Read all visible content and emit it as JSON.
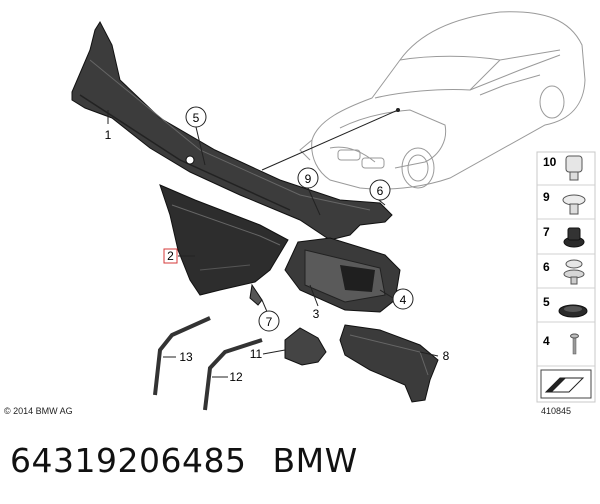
{
  "callouts": {
    "c1": "1",
    "c2": "2",
    "c3": "3",
    "c4": "4",
    "c5": "5",
    "c6": "6",
    "c7": "7",
    "c8": "8",
    "c9": "9",
    "c11": "11",
    "c12": "12",
    "c13": "13"
  },
  "legend": {
    "items": [
      "10",
      "9",
      "7",
      "6",
      "5",
      "4"
    ]
  },
  "copyright": "© 2014 BMW AG",
  "image_number": "410845",
  "part_number": "64319206485",
  "brand": "BMW"
}
